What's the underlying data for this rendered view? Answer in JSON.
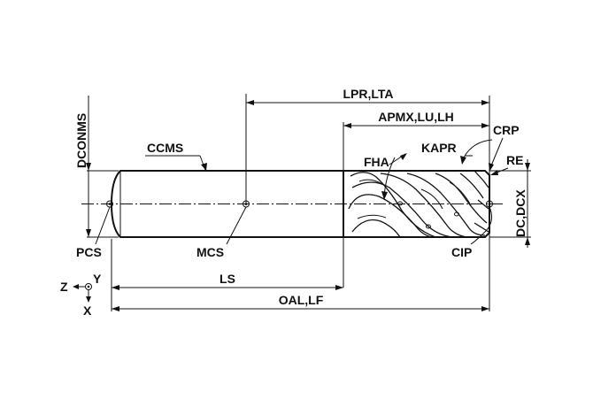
{
  "labels": {
    "dconms": "DCONMS",
    "ccms": "CCMS",
    "lpr_lta": "LPR,LTA",
    "apmx_lu_lh": "APMX,LU,LH",
    "crp": "CRP",
    "kapr": "KAPR",
    "re": "RE",
    "fha": "FHA",
    "dc_dcx": "DC,DCX",
    "pcs": "PCS",
    "mcs": "MCS",
    "cip": "CIP",
    "ls": "LS",
    "oal_lf": "OAL,LF",
    "axis_z": "Z",
    "axis_y": "Y",
    "axis_x": "X"
  }
}
